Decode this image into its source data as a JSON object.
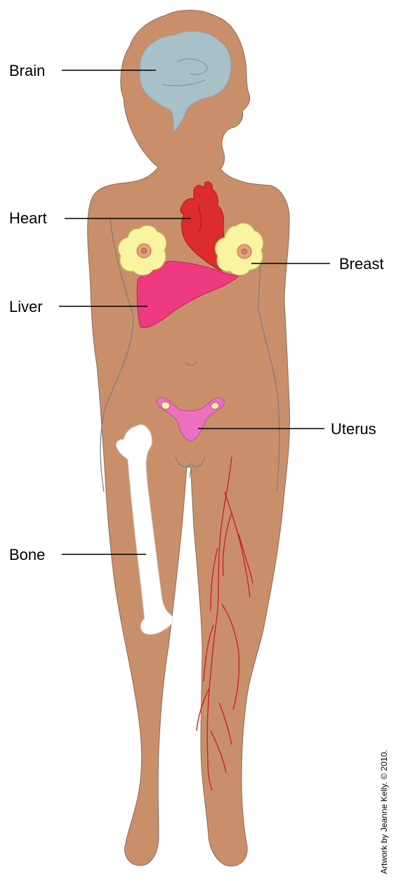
{
  "labels": {
    "brain": "Brain",
    "heart": "Heart",
    "breast": "Breast",
    "liver": "Liver",
    "uterus": "Uterus",
    "bone": "Bone"
  },
  "credit": "Artwork by Jeanne Kelly. © 2010.",
  "colors": {
    "skin": "#c98f6b",
    "outline": "#7a7a7a",
    "brain": "#a8c0c8",
    "heart": "#dd2c2c",
    "breast": "#f8f4a0",
    "breast_center": "#e8a27c",
    "liver": "#ee3a7e",
    "uterus": "#ec6fc0",
    "bone": "#ffffff",
    "veins": "#cc2222"
  }
}
